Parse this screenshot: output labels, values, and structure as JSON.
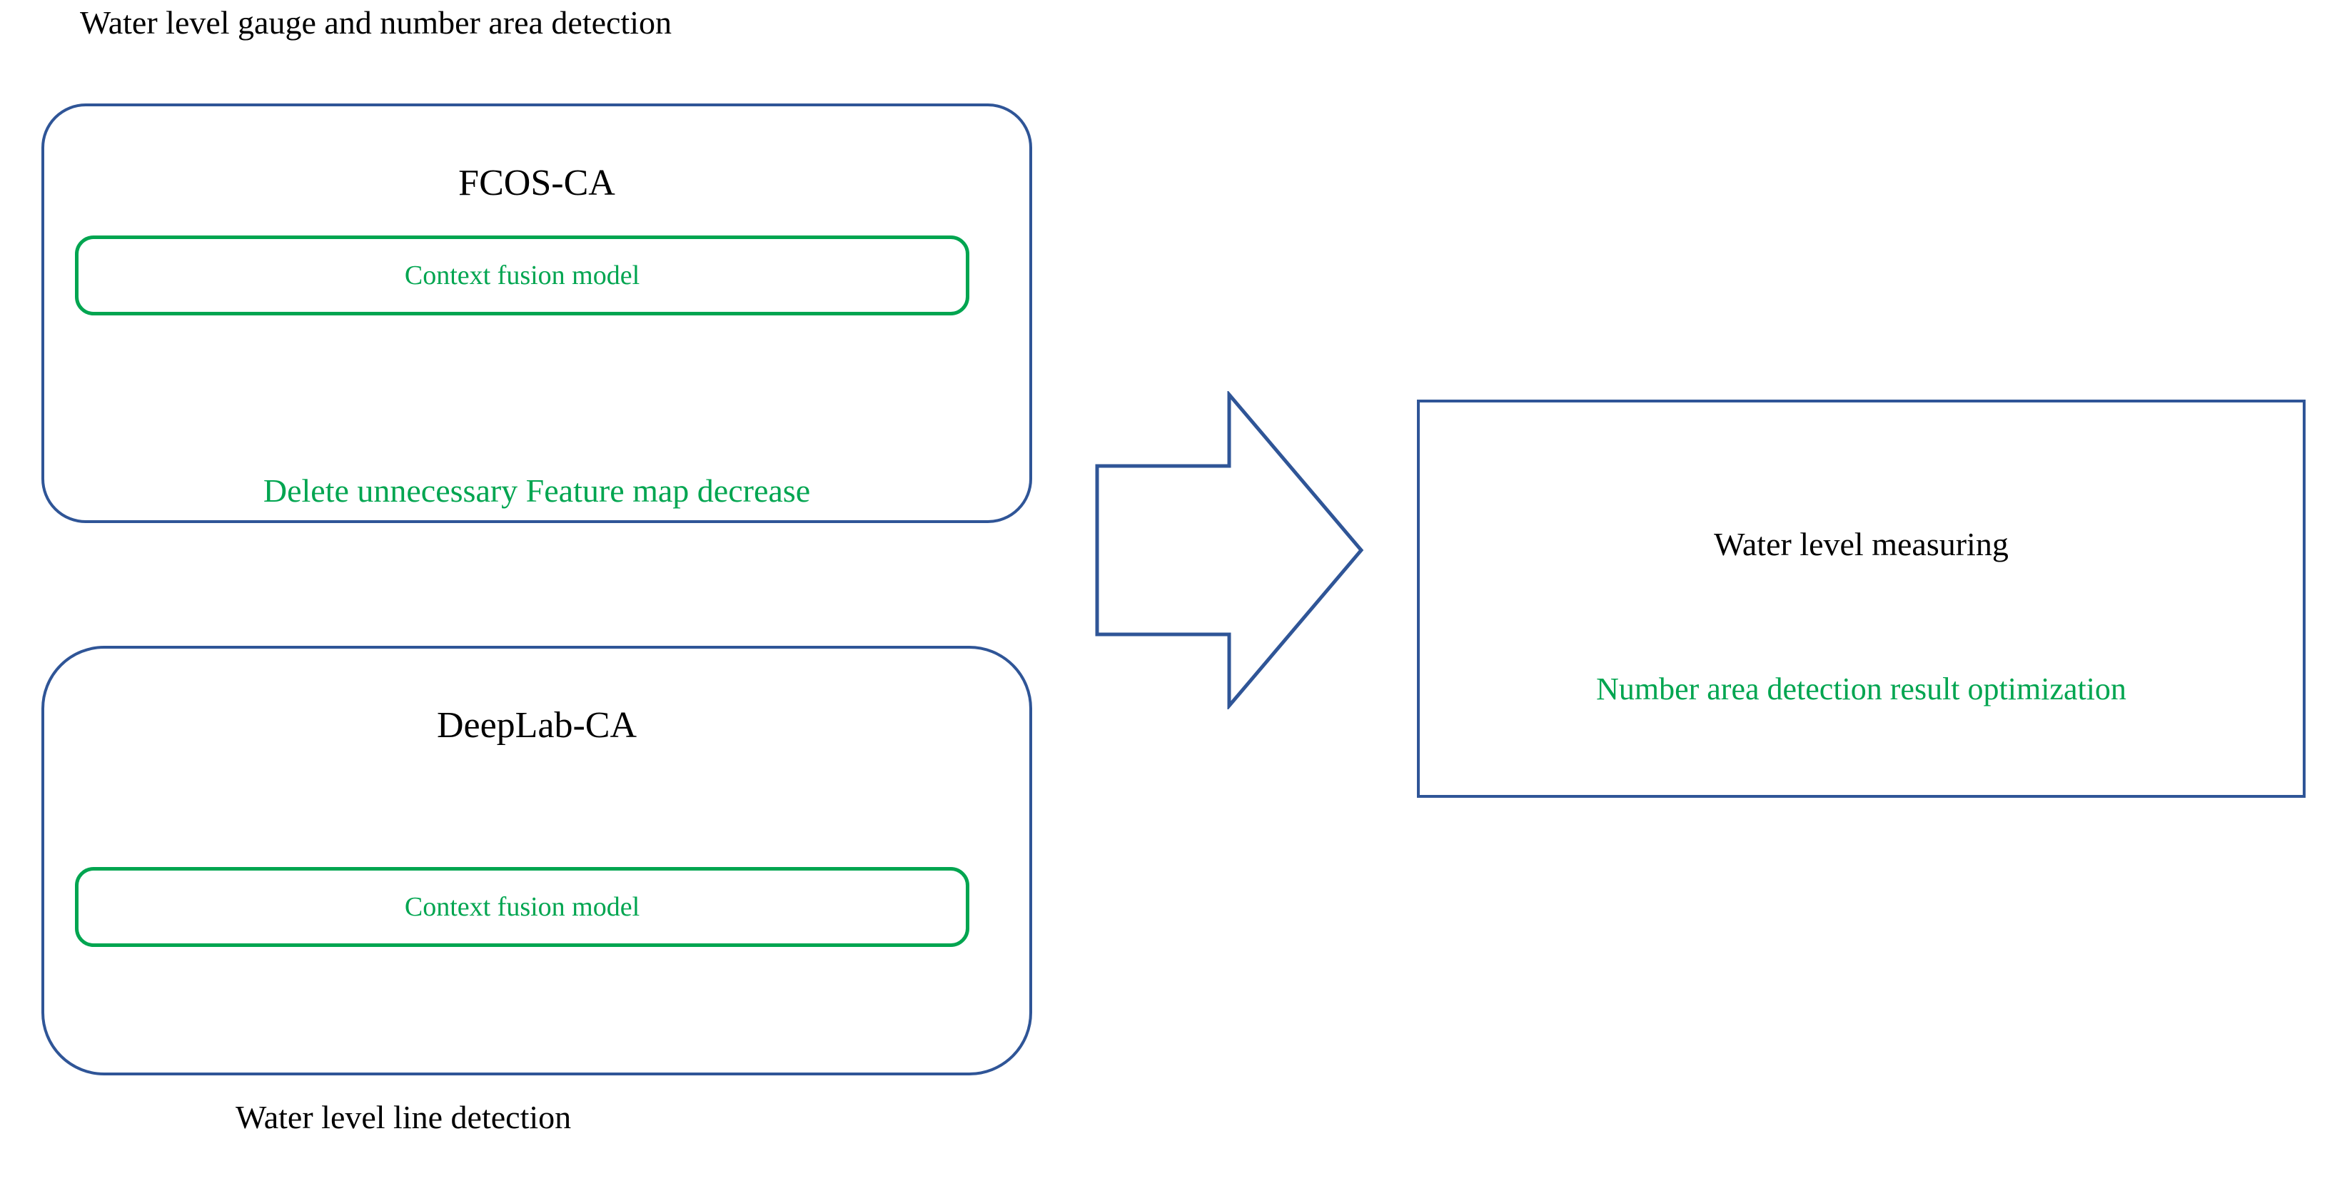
{
  "diagram": {
    "title_top": "Water level gauge and number area detection",
    "caption_bottom": "Water level line detection",
    "colors": {
      "outline_blue": "#2F5597",
      "accent_green": "#00A550",
      "text_black": "#000000",
      "background": "#FFFFFF"
    },
    "blocks": {
      "detection_module": {
        "title": "FCOS-CA",
        "inner_box_label": "Context fusion model",
        "note": "Delete  unnecessary Feature map decrease"
      },
      "segmentation_module": {
        "title": "DeepLab-CA",
        "inner_box_label": "Context fusion model"
      },
      "result_module": {
        "title": "Water level measuring",
        "note": "Number area detection result optimization"
      }
    },
    "connector": {
      "icon": "block-arrow-right-icon",
      "direction": "right"
    }
  }
}
